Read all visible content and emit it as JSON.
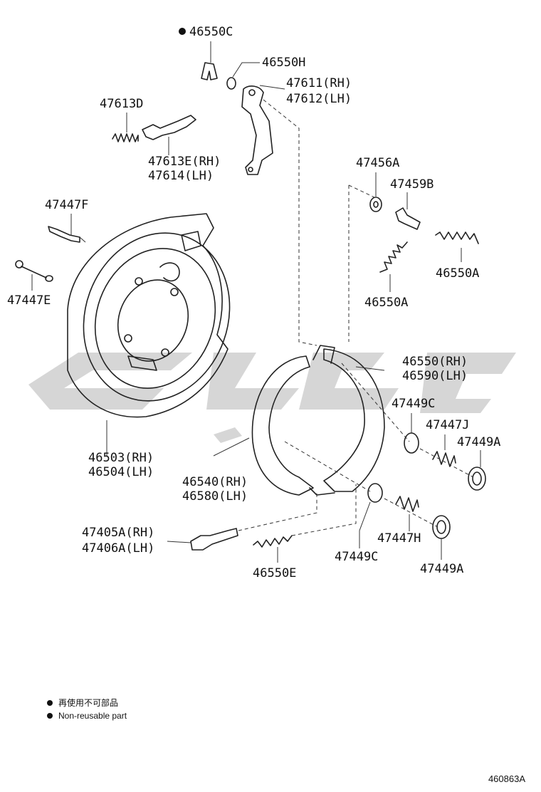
{
  "parts": {
    "p46550C": "46550C",
    "p46550H": "46550H",
    "p47611": "47611(RH)",
    "p47612": "47612(LH)",
    "p47613D": "47613D",
    "p47613E": "47613E(RH)",
    "p47614": "47614(LH)",
    "p47456A": "47456A",
    "p47459B": "47459B",
    "p47447F": "47447F",
    "p46550A_1": "46550A",
    "p46550A_2": "46550A",
    "p47447E": "47447E",
    "p46550RH": "46550(RH)",
    "p46590LH": "46590(LH)",
    "p47449C_1": "47449C",
    "p47447J": "47447J",
    "p47449A_1": "47449A",
    "p46503": "46503(RH)",
    "p46504": "46504(LH)",
    "p46540": "46540(RH)",
    "p46580": "46580(LH)",
    "p47405A": "47405A(RH)",
    "p47406A": "47406A(LH)",
    "p47447H": "47447H",
    "p47449C_2": "47449C",
    "p47449A_2": "47449A",
    "p46550E": "46550E"
  },
  "legend": {
    "line_jp": "再使用不可部品",
    "line_en": "Non-reusable part"
  },
  "diagram_code": "460863A",
  "colors": {
    "ink": "#111111",
    "watermark": "#cfcfcf"
  }
}
